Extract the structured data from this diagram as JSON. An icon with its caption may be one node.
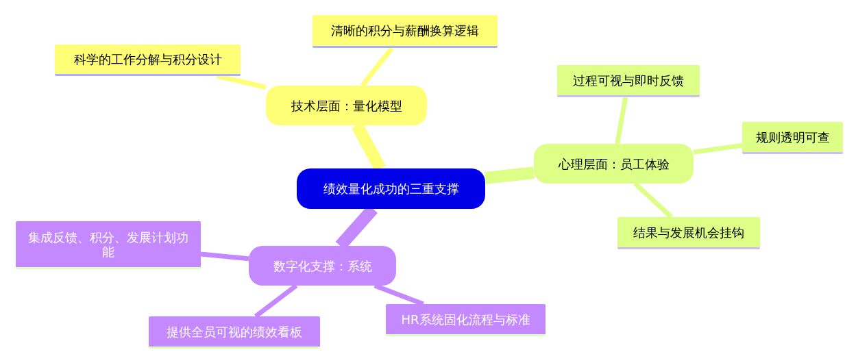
{
  "diagram": {
    "nodes": [
      {
        "text": [
          "绩效量化成功的三重支撑"
        ]
      },
      {
        "text": [
          "技术层面：量化模型"
        ]
      },
      {
        "text": [
          "科学的工作分解与积分设计"
        ]
      },
      {
        "text": [
          "清晰的积分与薪酬换算逻辑"
        ]
      },
      {
        "text": [
          "心理层面：员工体验"
        ]
      },
      {
        "text": [
          "过程可视与即时反馈"
        ]
      },
      {
        "text": [
          "规则透明可查"
        ]
      },
      {
        "text": [
          "结果与发展机会挂钩"
        ]
      },
      {
        "text": [
          "数字化支撑：系统"
        ]
      },
      {
        "text": [
          "集成反馈、积分、发展计划功能"
        ]
      },
      {
        "text": [
          "HR系统固化流程与标准"
        ]
      },
      {
        "text": [
          "提供全员可视的绩效看板"
        ]
      }
    ],
    "edges": [
      {
        "from": 0,
        "to": 1,
        "arrow": "none",
        "style": "thick",
        "color": "#ffff77"
      },
      {
        "from": 1,
        "to": 2,
        "arrow": "none",
        "color": "#ffff77"
      },
      {
        "from": 1,
        "to": 3,
        "arrow": "none",
        "color": "#ffff77"
      },
      {
        "from": 0,
        "to": 4,
        "arrow": "none",
        "style": "thick",
        "color": "#ddff88"
      },
      {
        "from": 4,
        "to": 5,
        "arrow": "none",
        "color": "#ddff88"
      },
      {
        "from": 4,
        "to": 6,
        "arrow": "none",
        "color": "#ddff88"
      },
      {
        "from": 4,
        "to": 7,
        "arrow": "none",
        "color": "#ddff88"
      },
      {
        "from": 0,
        "to": 8,
        "arrow": "none",
        "style": "thick",
        "color": "#c488ff"
      },
      {
        "from": 8,
        "to": 9,
        "arrow": "none",
        "color": "#c488ff"
      },
      {
        "from": 8,
        "to": 10,
        "arrow": "none",
        "color": "#c488ff"
      },
      {
        "from": 8,
        "to": 11,
        "arrow": "none",
        "color": "#c488ff"
      }
    ]
  }
}
